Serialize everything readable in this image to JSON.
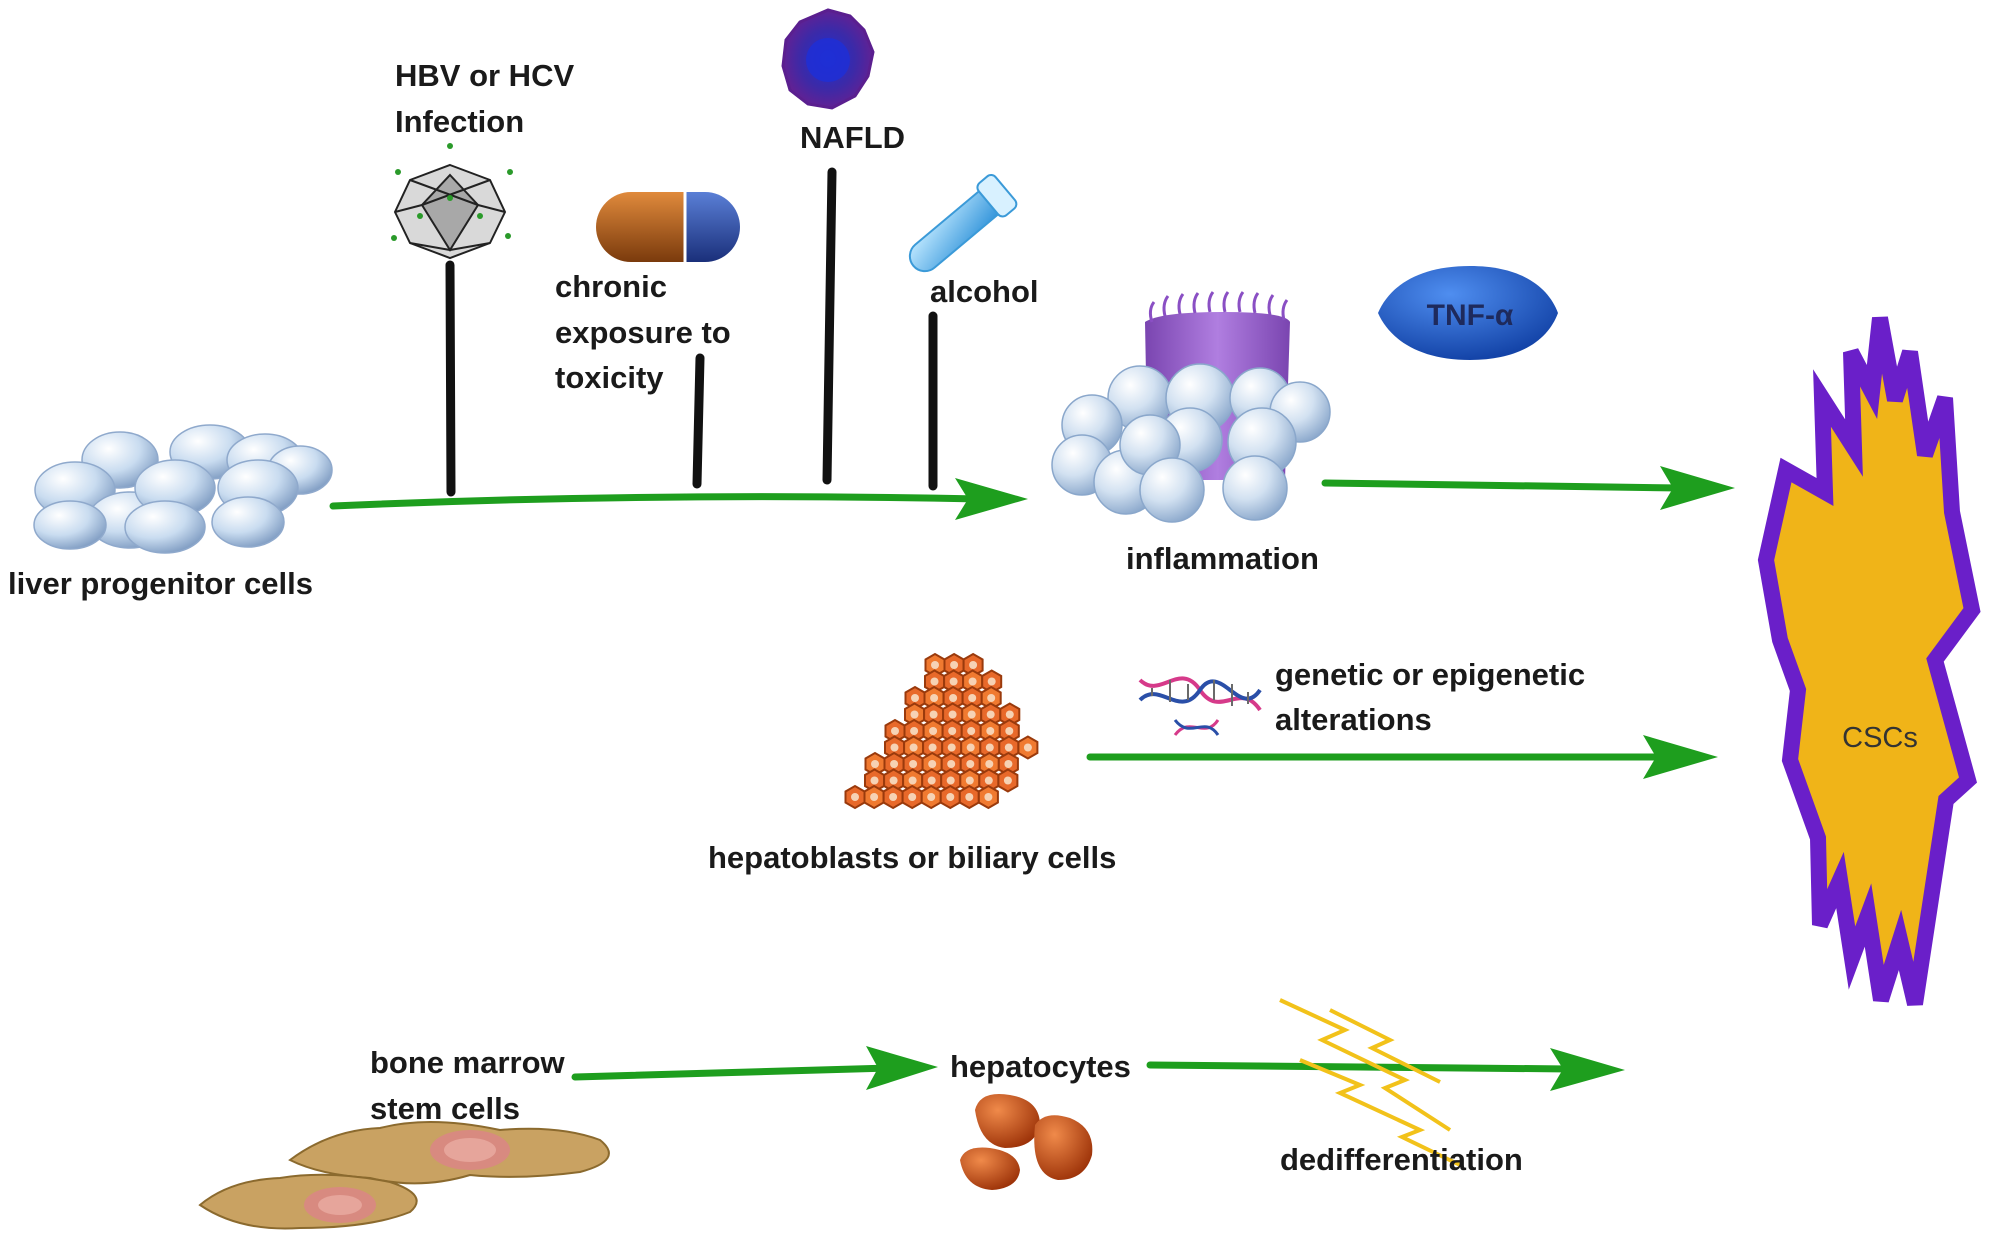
{
  "labels": {
    "hbv_line1": "HBV or HCV",
    "hbv_line2": "Infection",
    "chronic_line1": "chronic",
    "chronic_line2": "exposure to",
    "chronic_line3": "toxicity",
    "nafld": "NAFLD",
    "alcohol": "alcohol",
    "liver_progenitor": "liver progenitor cells",
    "inflammation": "inflammation",
    "tnf": "TNF-α",
    "genetic_line1": "genetic or epigenetic",
    "genetic_line2": "alterations",
    "hepatoblasts": "hepatoblasts or biliary cells",
    "bone_marrow_line1": "bone marrow",
    "bone_marrow_line2": "stem cells",
    "hepatocytes": "hepatocytes",
    "dedifferentiation": "dedifferentiation",
    "cscs": "CSCs"
  },
  "colors": {
    "arrow": "#1e9e1e",
    "star_border": "#6a1fc9",
    "star_fill": "#f0b418",
    "tnf_fill": "#1f5fd6",
    "nafld_outer": "#5a1f8f",
    "nafld_inner": "#2b2fb5",
    "progenitor_cell": "#c5d8ee",
    "hepatocyte": "#d2531a",
    "bone_marrow_cell": "#c9a262",
    "bone_marrow_nucleus": "#d88a80",
    "inflammation_cell": "#8f5bc1"
  },
  "icons": [
    "virus-icon",
    "capsule-icon",
    "nafld-cell-icon",
    "test-tube-icon",
    "dna-icon",
    "lightning-icon"
  ]
}
